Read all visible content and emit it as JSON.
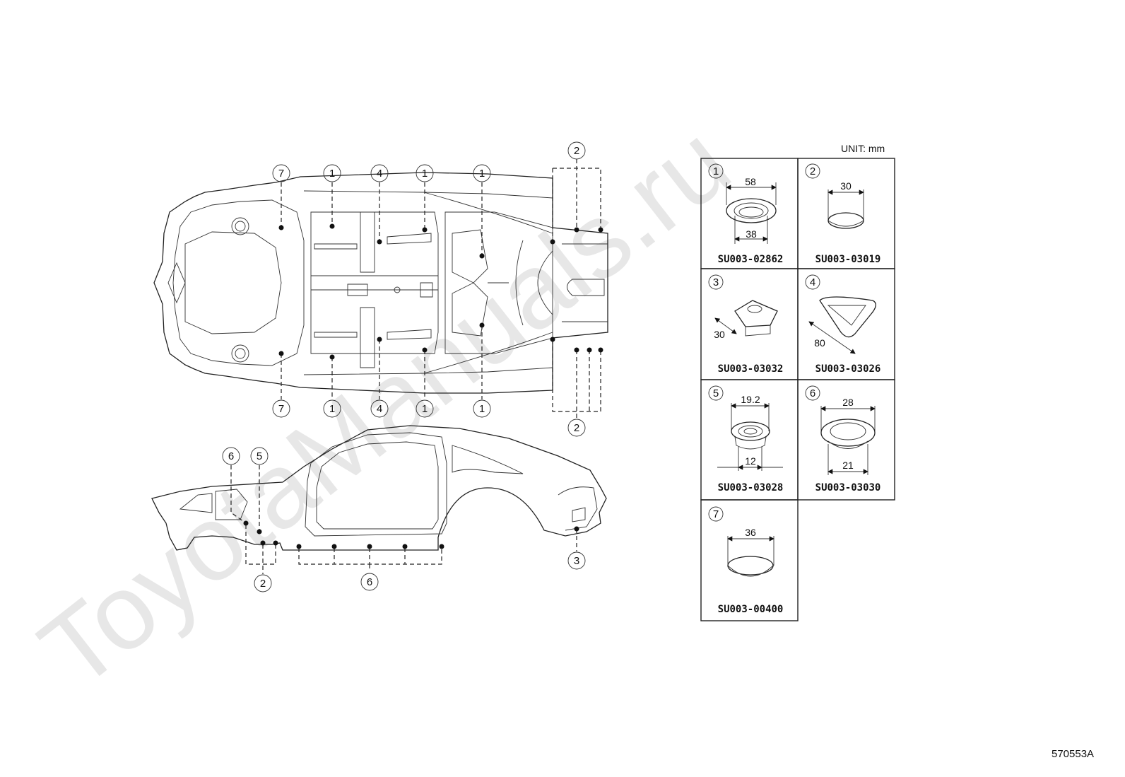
{
  "watermark": "ToyotaManuals.ru",
  "unit_label": "UNIT: mm",
  "figure_code": "570553A",
  "callouts": {
    "top_view_upper": [
      "7",
      "1",
      "4",
      "1",
      "1",
      "2"
    ],
    "top_view_lower": [
      "7",
      "1",
      "4",
      "1",
      "1",
      "2"
    ],
    "side_view": [
      "6",
      "5",
      "2",
      "6",
      "3"
    ]
  },
  "parts": [
    {
      "num": "1",
      "code": "SU003-02862",
      "dims": [
        "58",
        "38"
      ]
    },
    {
      "num": "2",
      "code": "SU003-03019",
      "dims": [
        "30"
      ]
    },
    {
      "num": "3",
      "code": "SU003-03032",
      "dims": [
        "30"
      ]
    },
    {
      "num": "4",
      "code": "SU003-03026",
      "dims": [
        "80"
      ]
    },
    {
      "num": "5",
      "code": "SU003-03028",
      "dims": [
        "19.2",
        "12"
      ]
    },
    {
      "num": "6",
      "code": "SU003-03030",
      "dims": [
        "28",
        "21"
      ]
    },
    {
      "num": "7",
      "code": "SU003-00400",
      "dims": [
        "36"
      ]
    }
  ]
}
